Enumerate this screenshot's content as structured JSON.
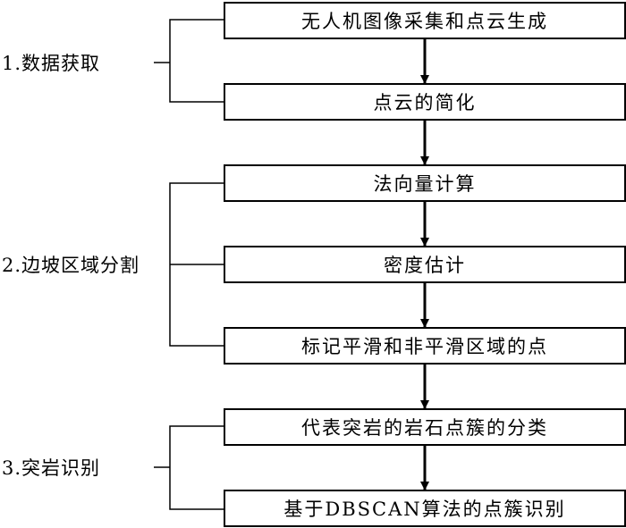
{
  "steps": [
    "无人机图像采集和点云生成",
    "点云的简化",
    "法向量计算",
    "密度估计",
    "标记平滑和非平滑区域的点",
    "代表突岩的岩石点簇的分类",
    "基于DBSCAN算法的点簇识别"
  ],
  "groups": [
    "1.数据获取",
    "2.边坡区域分割",
    "3.突岩识别"
  ],
  "colors": {
    "stroke": "#000000",
    "background": "#ffffff"
  }
}
